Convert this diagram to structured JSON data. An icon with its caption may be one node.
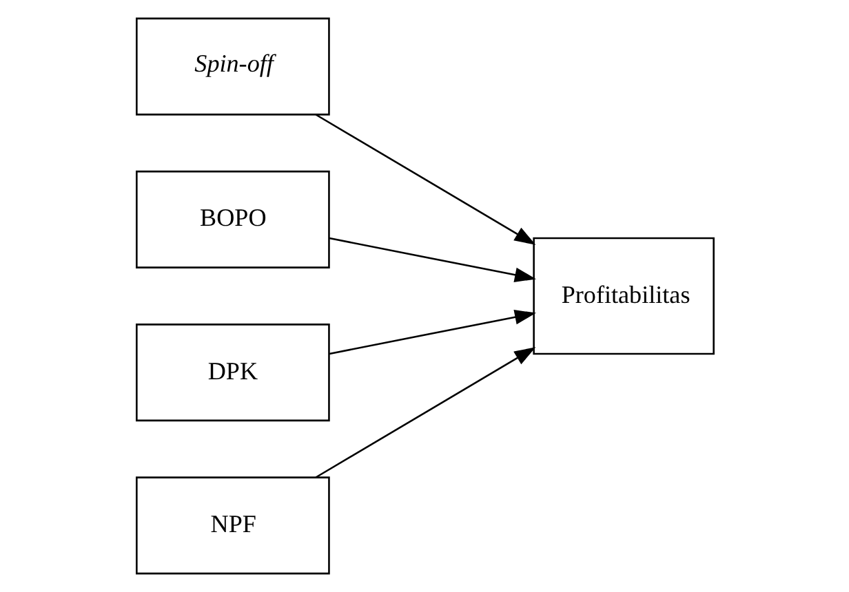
{
  "diagram": {
    "nodes": [
      {
        "text": [
          "Spin-off"
        ]
      },
      {
        "text": [
          "BOPO"
        ]
      },
      {
        "text": [
          "DPK"
        ]
      },
      {
        "text": [
          "NPF"
        ]
      },
      {
        "text": [
          "Profitabilitas"
        ]
      }
    ],
    "edges": [
      {
        "from": 0,
        "to": 4,
        "arrow": "to"
      },
      {
        "from": 1,
        "to": 4,
        "arrow": "to"
      },
      {
        "from": 2,
        "to": 4,
        "arrow": "to"
      },
      {
        "from": 3,
        "to": 4,
        "arrow": "to"
      }
    ]
  }
}
